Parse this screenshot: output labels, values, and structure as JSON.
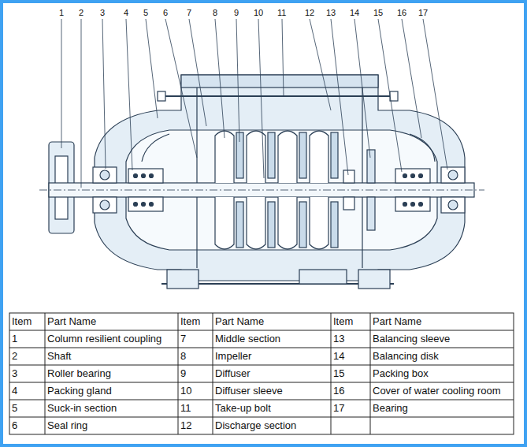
{
  "diagram": {
    "labels": [
      "1",
      "2",
      "3",
      "4",
      "5",
      "6",
      "7",
      "8",
      "9",
      "10",
      "11",
      "12",
      "13",
      "14",
      "15",
      "16",
      "17",
      "Item",
      "Part Name",
      "Item",
      "Part Name",
      "Item",
      "Part Name",
      "1",
      "Column resilient coupling",
      "7",
      "Middle section",
      "13",
      "Balancing sleeve",
      "2",
      "Shaft",
      "8",
      "Impeller",
      "14",
      "Balancing disk",
      "3",
      "Roller bearing",
      "9",
      "Diffuser",
      "15",
      "Packing box",
      "4",
      "Packing gland",
      "10",
      "Diffuser sleeve",
      "16",
      "Cover of water cooling room",
      "5",
      "Suck-in section",
      "11",
      "Take-up bolt",
      "17",
      "Bearing",
      "6",
      "Seal ring",
      "12",
      "Discharge section"
    ]
  }
}
